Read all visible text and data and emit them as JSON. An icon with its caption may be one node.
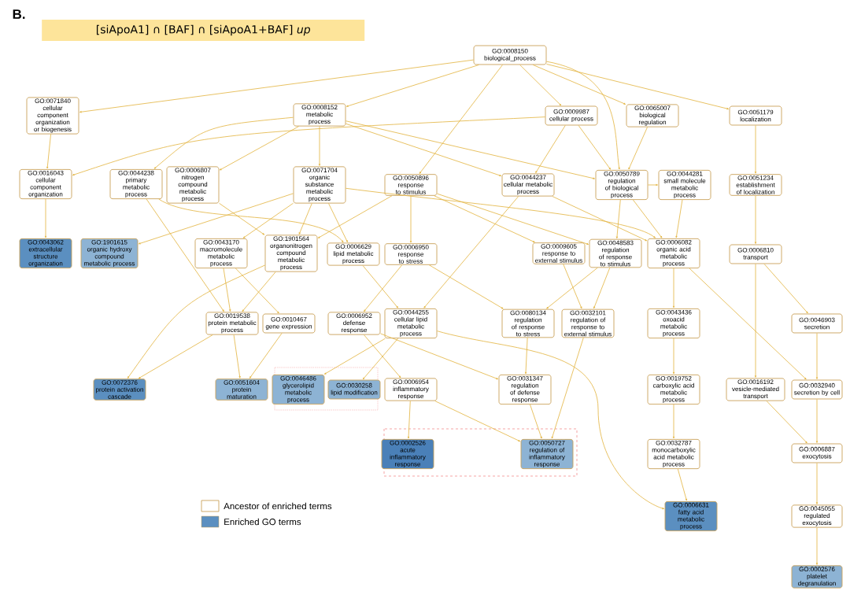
{
  "diagram": {
    "title": "[siApoA1] ∩ [BAF] ∩ [siApoA1+BAF] *up*",
    "nodes": [
      {
        "text": [
          "GO:0008150",
          "biological_process"
        ]
      },
      {
        "text": [
          "GO:0071840",
          "cellular component organization or biogenesis"
        ]
      },
      {
        "text": [
          "GO:0008152",
          "metabolic process"
        ]
      },
      {
        "text": [
          "GO:0009987",
          "cellular process"
        ]
      },
      {
        "text": [
          "GO:0065007",
          "biological regulation"
        ]
      },
      {
        "text": [
          "GO:0051179",
          "localization"
        ]
      },
      {
        "text": [
          "GO:0016043",
          "cellular component organization"
        ]
      },
      {
        "text": [
          "GO:0044238",
          "primary metabolic process"
        ]
      },
      {
        "text": [
          "GO:0006807",
          "nitrogen compound metabolic process"
        ]
      },
      {
        "text": [
          "GO:0071704",
          "organic substance metabolic process"
        ]
      },
      {
        "text": [
          "GO:0050896",
          "response to stimulus"
        ]
      },
      {
        "text": [
          "GO:0044237",
          "cellular metabolic process"
        ]
      },
      {
        "text": [
          "GO:0050789",
          "regulation of biological process"
        ]
      },
      {
        "text": [
          "GO:0044281",
          "small molecule metabolic process"
        ]
      },
      {
        "text": [
          "GO:0051234",
          "establishment of localization"
        ]
      },
      {
        "text": [
          "GO:0043062",
          "extracellular structure organization"
        ]
      },
      {
        "text": [
          "GO:1901615",
          "organic hydroxy compound metabolic process"
        ]
      },
      {
        "text": [
          "GO:0043170",
          "macromolecule metabolic process"
        ]
      },
      {
        "text": [
          "GO:1901564",
          "organonitrogen compound metabolic process"
        ]
      },
      {
        "text": [
          "GO:0006629",
          "lipid metabolic process"
        ]
      },
      {
        "text": [
          "GO:0006950",
          "response to stress"
        ]
      },
      {
        "text": [
          "GO:0009605",
          "response to external stimulus"
        ]
      },
      {
        "text": [
          "GO:0048583",
          "regulation of response to stimulus"
        ]
      },
      {
        "text": [
          "GO:0006082",
          "organic acid metabolic process"
        ]
      },
      {
        "text": [
          "GO:0006810",
          "transport"
        ]
      },
      {
        "text": [
          "GO:0019538",
          "protein metabolic process"
        ]
      },
      {
        "text": [
          "GO:0010467",
          "gene expression"
        ]
      },
      {
        "text": [
          "GO:0006952",
          "defense response"
        ]
      },
      {
        "text": [
          "GO:0044255",
          "cellular lipid metabolic process"
        ]
      },
      {
        "text": [
          "GO:0080134",
          "regulation of response to stress"
        ]
      },
      {
        "text": [
          "GO:0032101",
          "regulation of response to external stimulus"
        ]
      },
      {
        "text": [
          "GO:0043436",
          "oxoacid metabolic process"
        ]
      },
      {
        "text": [
          "GO:0046903",
          "secretion"
        ]
      },
      {
        "text": [
          "GO:0072376",
          "protein activation cascade"
        ]
      },
      {
        "text": [
          "GO:0051604",
          "protein maturation"
        ]
      },
      {
        "text": [
          "GO:0046486",
          "glycerolipid metabolic process"
        ]
      },
      {
        "text": [
          "GO:0030258",
          "lipid modification"
        ]
      },
      {
        "text": [
          "GO:0006954",
          "inflammatory response"
        ]
      },
      {
        "text": [
          "GO:0031347",
          "regulation of defense response"
        ]
      },
      {
        "text": [
          "GO:0019752",
          "carboxylic acid metabolic process"
        ]
      },
      {
        "text": [
          "GO:0016192",
          "vesicle-mediated transport"
        ]
      },
      {
        "text": [
          "GO:0032940",
          "secretion by cell"
        ]
      },
      {
        "text": [
          "GO:0002526",
          "acute inflammatory response"
        ]
      },
      {
        "text": [
          "GO:0050727",
          "regulation of inflammatory response"
        ]
      },
      {
        "text": [
          "GO:0032787",
          "monocarboxylic acid metabolic process"
        ]
      },
      {
        "text": [
          "GO:0006887",
          "exocytosis"
        ]
      },
      {
        "text": [
          "GO:0006631",
          "fatty acid metabolic process"
        ]
      },
      {
        "text": [
          "GO:0045055",
          "regulated exocytosis"
        ]
      },
      {
        "text": [
          "GO:0002576",
          "platelet degranulation"
        ]
      }
    ],
    "edges": [
      {
        "from": 0,
        "to": 1,
        "arrow": "to"
      },
      {
        "from": 0,
        "to": 2,
        "arrow": "to"
      },
      {
        "from": 0,
        "to": 3,
        "arrow": "to"
      },
      {
        "from": 0,
        "to": 12,
        "arrow": "to"
      },
      {
        "from": 0,
        "to": 4,
        "arrow": "to"
      },
      {
        "from": 0,
        "to": 5,
        "arrow": "to"
      },
      {
        "from": 0,
        "to": 10,
        "arrow": "to"
      },
      {
        "from": 1,
        "to": 6,
        "arrow": "to"
      },
      {
        "from": 2,
        "to": 7,
        "arrow": "to"
      },
      {
        "from": 2,
        "to": 8,
        "arrow": "to"
      },
      {
        "from": 2,
        "to": 9,
        "arrow": "to"
      },
      {
        "from": 2,
        "to": 11,
        "arrow": "to"
      },
      {
        "from": 2,
        "to": 12,
        "arrow": "to"
      },
      {
        "from": 3,
        "to": 6,
        "arrow": "to"
      },
      {
        "from": 3,
        "to": 11,
        "arrow": "to"
      },
      {
        "from": 3,
        "to": 12,
        "arrow": "to"
      },
      {
        "from": 4,
        "to": 12,
        "arrow": "to"
      },
      {
        "from": 5,
        "to": 14,
        "arrow": "to"
      },
      {
        "from": 6,
        "to": 15,
        "arrow": "to"
      },
      {
        "from": 7,
        "to": 19,
        "arrow": "to"
      },
      {
        "from": 7,
        "to": 25,
        "arrow": "to"
      },
      {
        "from": 8,
        "to": 18,
        "arrow": "to"
      },
      {
        "from": 9,
        "to": 16,
        "arrow": "to"
      },
      {
        "from": 9,
        "to": 17,
        "arrow": "to"
      },
      {
        "from": 9,
        "to": 18,
        "arrow": "to"
      },
      {
        "from": 9,
        "to": 19,
        "arrow": "to"
      },
      {
        "from": 9,
        "to": 23,
        "arrow": "to"
      },
      {
        "from": 10,
        "to": 18,
        "arrow": "to"
      },
      {
        "from": 10,
        "to": 20,
        "arrow": "to"
      },
      {
        "from": 10,
        "to": 21,
        "arrow": "to"
      },
      {
        "from": 10,
        "to": 22,
        "arrow": "to"
      },
      {
        "from": 11,
        "to": 23,
        "arrow": "to"
      },
      {
        "from": 11,
        "to": 28,
        "arrow": "to"
      },
      {
        "from": 12,
        "to": 13,
        "arrow": "to"
      },
      {
        "from": 12,
        "to": 22,
        "arrow": "to"
      },
      {
        "from": 12,
        "to": 23,
        "arrow": "to"
      },
      {
        "from": 13,
        "to": 23,
        "arrow": "to"
      },
      {
        "from": 14,
        "to": 24,
        "arrow": "to"
      },
      {
        "from": 17,
        "to": 25,
        "arrow": "to"
      },
      {
        "from": 17,
        "to": 26,
        "arrow": "to"
      },
      {
        "from": 18,
        "to": 25,
        "arrow": "to"
      },
      {
        "from": 18,
        "to": 33,
        "arrow": "to"
      },
      {
        "from": 19,
        "to": 28,
        "arrow": "to"
      },
      {
        "from": 20,
        "to": 27,
        "arrow": "to"
      },
      {
        "from": 20,
        "to": 29,
        "arrow": "to"
      },
      {
        "from": 21,
        "to": 30,
        "arrow": "to"
      },
      {
        "from": 22,
        "to": 29,
        "arrow": "to"
      },
      {
        "from": 22,
        "to": 30,
        "arrow": "to"
      },
      {
        "from": 23,
        "to": 31,
        "arrow": "to"
      },
      {
        "from": 23,
        "to": 41,
        "arrow": "to"
      },
      {
        "from": 24,
        "to": 32,
        "arrow": "to"
      },
      {
        "from": 24,
        "to": 40,
        "arrow": "to"
      },
      {
        "from": 25,
        "to": 33,
        "arrow": "to"
      },
      {
        "from": 25,
        "to": 34,
        "arrow": "to"
      },
      {
        "from": 26,
        "to": 34,
        "arrow": "to"
      },
      {
        "from": 27,
        "to": 37,
        "arrow": "to"
      },
      {
        "from": 27,
        "to": 38,
        "arrow": "to"
      },
      {
        "from": 28,
        "to": 35,
        "arrow": "to"
      },
      {
        "from": 28,
        "to": 36,
        "arrow": "to"
      },
      {
        "from": 28,
        "to": 46,
        "arrow": "to"
      },
      {
        "from": 29,
        "to": 38,
        "arrow": "to"
      },
      {
        "from": 30,
        "to": 43,
        "arrow": "to"
      },
      {
        "from": 31,
        "to": 39,
        "arrow": "to"
      },
      {
        "from": 32,
        "to": 41,
        "arrow": "to"
      },
      {
        "from": 37,
        "to": 42,
        "arrow": "to"
      },
      {
        "from": 37,
        "to": 43,
        "arrow": "to"
      },
      {
        "from": 38,
        "to": 43,
        "arrow": "to"
      },
      {
        "from": 39,
        "to": 44,
        "arrow": "to"
      },
      {
        "from": 40,
        "to": 45,
        "arrow": "to"
      },
      {
        "from": 41,
        "to": 45,
        "arrow": "to"
      },
      {
        "from": 44,
        "to": 46,
        "arrow": "to"
      },
      {
        "from": 45,
        "to": 47,
        "arrow": "to"
      },
      {
        "from": 47,
        "to": 48,
        "arrow": "to"
      }
    ],
    "labels": [
      "B."
    ],
    "legend": [
      {
        "text": "Ancestor of enriched terms"
      },
      {
        "text": "Enriched GO terms",
        "color": "#5b8fc0"
      }
    ]
  }
}
